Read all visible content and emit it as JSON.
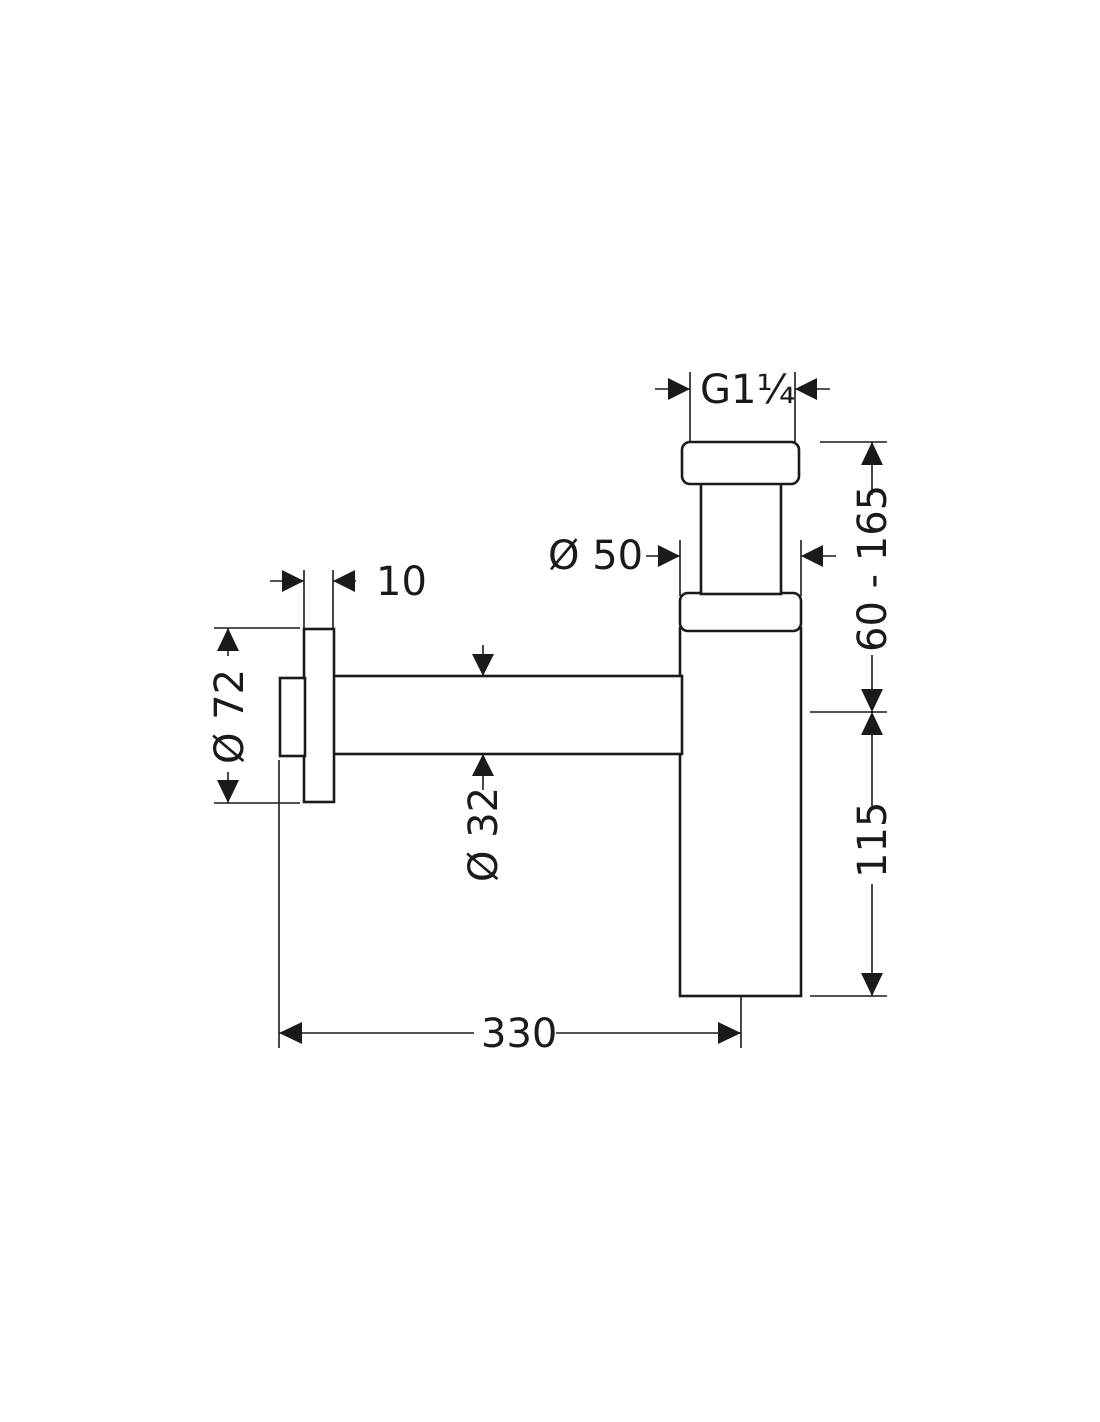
{
  "dimensions": {
    "thread": "G1¼",
    "tube_diameter": "Ø 50",
    "wall_thickness": "10",
    "flange_diameter": "Ø 72",
    "pipe_diameter": "Ø 32",
    "height_range": "60 - 165",
    "lower_height": "115",
    "length": "330"
  }
}
